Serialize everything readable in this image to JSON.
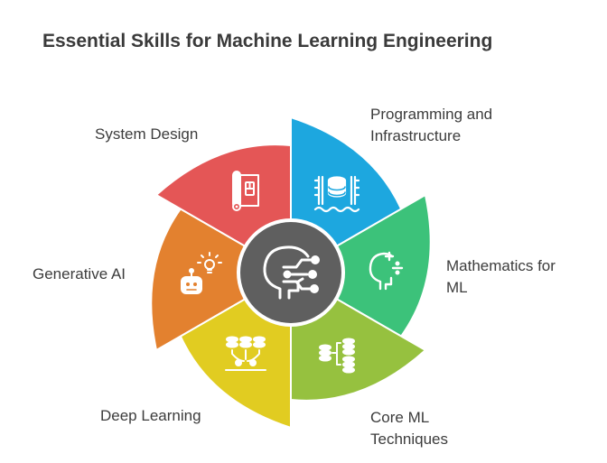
{
  "title": "Essential Skills for Machine Learning Engineering",
  "center": {
    "icon": "ai-head-circuit-icon",
    "color": "#5f5f5f"
  },
  "segments": [
    {
      "key": "programming",
      "lines": [
        "Programming and",
        "Infrastructure"
      ],
      "color": "#1da7df",
      "icon": "server-stack-icon"
    },
    {
      "key": "mathematics",
      "lines": [
        "Mathematics for",
        "ML"
      ],
      "color": "#3cc27a",
      "icon": "head-math-icon"
    },
    {
      "key": "core-ml",
      "lines": [
        "Core ML",
        "Techniques"
      ],
      "color": "#96c13f",
      "icon": "data-flow-icon"
    },
    {
      "key": "deep-learning",
      "lines": [
        "Deep Learning"
      ],
      "color": "#e1cc21",
      "icon": "neural-network-icon"
    },
    {
      "key": "generative-ai",
      "lines": [
        "Generative AI"
      ],
      "color": "#e3812f",
      "icon": "robot-idea-icon"
    },
    {
      "key": "system-design",
      "lines": [
        "System Design"
      ],
      "color": "#e45656",
      "icon": "blueprint-icon"
    }
  ]
}
